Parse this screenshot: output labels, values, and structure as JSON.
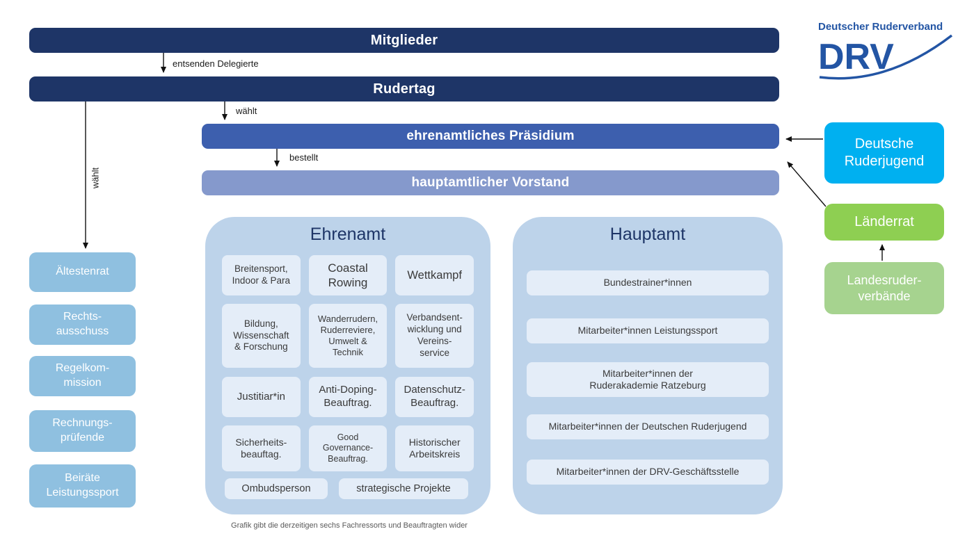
{
  "logo": {
    "org": "Deutscher Ruderverband",
    "abbr": "DRV"
  },
  "bars": {
    "mitglieder": "Mitglieder",
    "rudertag": "Rudertag",
    "praesidium": "ehrenamtliches Präsidium",
    "vorstand": "hauptamtlicher Vorstand"
  },
  "arrow_labels": {
    "entsenden": "entsenden Delegierte",
    "waehlt_top": "wählt",
    "bestellt": "bestellt",
    "waehlt_left": "wählt"
  },
  "left_column": [
    "Ältestenrat",
    "Rechts-\nausschuss",
    "Regelkom-\nmission",
    "Rechnungs-\nprüfende",
    "Beiräte\nLeistungssport"
  ],
  "ehrenamt": {
    "title": "Ehrenamt",
    "boxes": [
      "Breitensport,\nIndoor & Para",
      "Coastal\nRowing",
      "Wettkampf",
      "Bildung,\nWissenschaft\n& Forschung",
      "Wanderrudern,\nRuderreviere,\nUmwelt &\nTechnik",
      "Verbandsent-\nwicklung und\nVereins-\nservice",
      "Justitiar*in",
      "Anti-Doping-\nBeauftrag.",
      "Datenschutz-\nBeauftrag.",
      "Sicherheits-\nbeauftag.",
      "Good\nGovernance-\nBeauftrag.",
      "Historischer\nArbeitskreis"
    ],
    "bottom": [
      "Ombudsperson",
      "strategische Projekte"
    ]
  },
  "hauptamt": {
    "title": "Hauptamt",
    "boxes": [
      "Bundestrainer*innen",
      "Mitarbeiter*innen Leistungssport",
      "Mitarbeiter*innen der\nRuderakademie Ratzeburg",
      "Mitarbeiter*innen der Deutschen Ruderjugend",
      "Mitarbeiter*innen der DRV-Geschäftsstelle"
    ]
  },
  "right_column": {
    "ruderjugend": "Deutsche\nRuderjugend",
    "laenderrat": "Länderrat",
    "landesverbaende": "Landesruder-\nverbände"
  },
  "caption": "Grafik gibt die derzeitigen sechs Fachressorts und Beauftragten wider",
  "colors": {
    "navy": "#1e3567",
    "blue-mid": "#3d5fae",
    "blue-soft": "#8599cc",
    "panel": "#bdd3ea",
    "cell": "#e4edf8",
    "left-box": "#8fc0e0",
    "cyan": "#00b0f0",
    "green": "#8ecf52",
    "green-soft": "#a6d38f",
    "logo-blue": "#2355a4"
  }
}
